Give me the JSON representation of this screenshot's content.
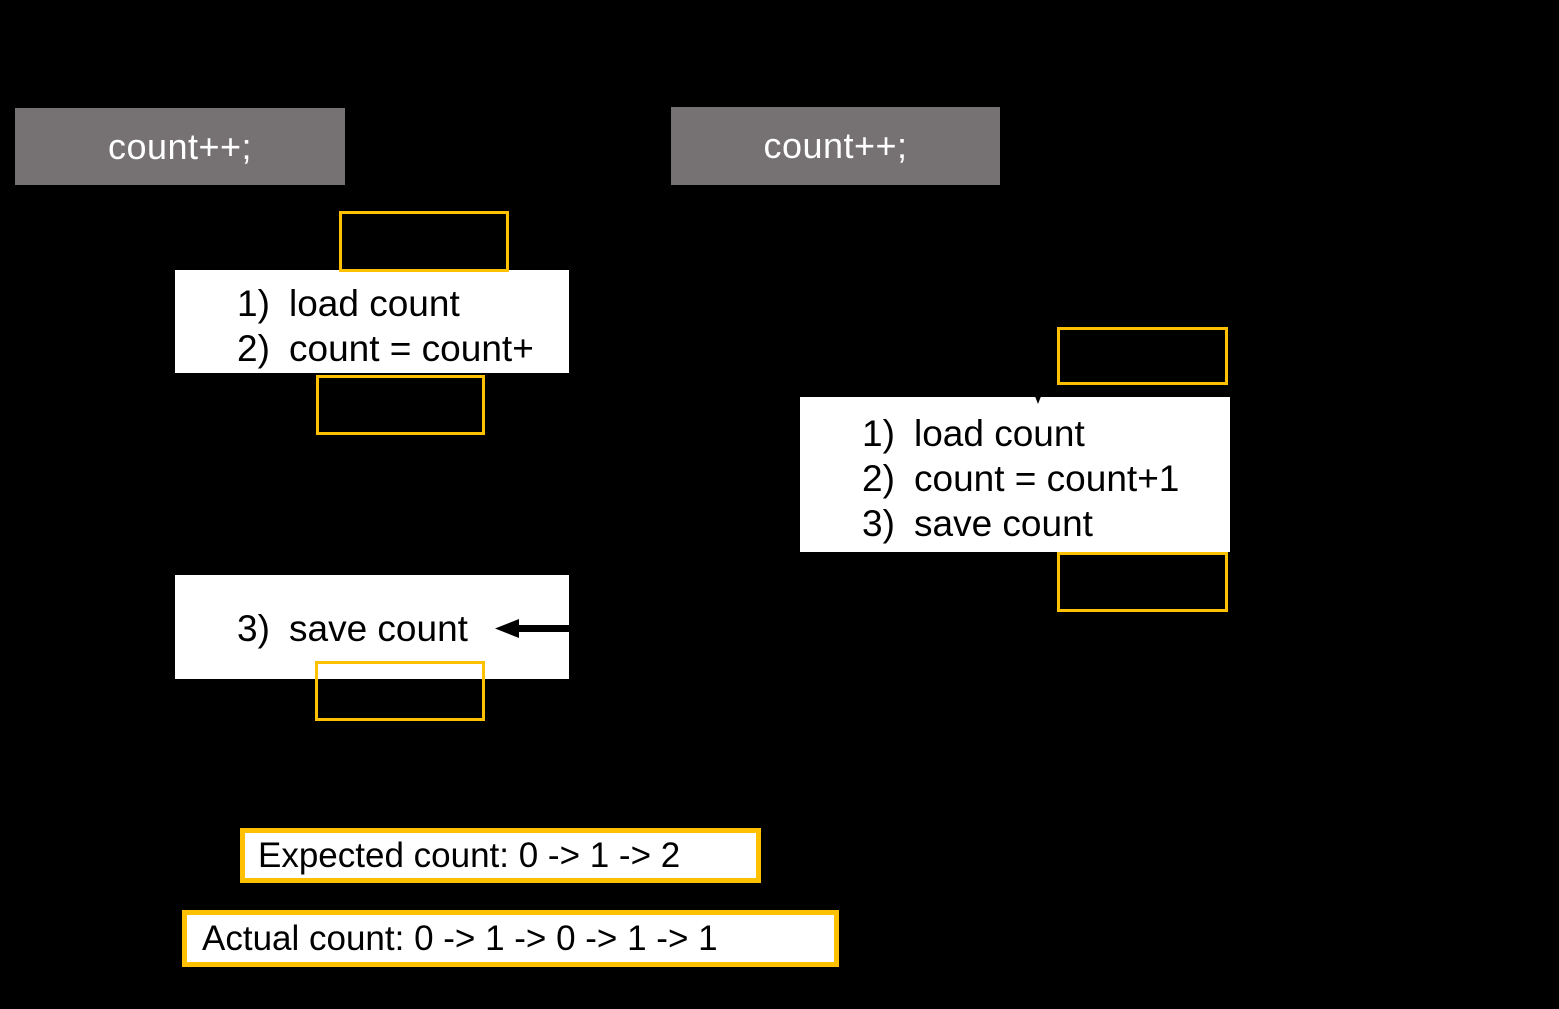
{
  "slide": {
    "background_color": "#000000",
    "accent_color": "#FFC000",
    "thread_box_color": "#767273",
    "panel_color": "#FFFFFF"
  },
  "threads": {
    "left": {
      "header_label": "count++;",
      "steps": [
        {
          "num": "1)",
          "text": "load count"
        },
        {
          "num": "2)",
          "text": "count = count+"
        }
      ],
      "save_step": {
        "num": "3)",
        "text": "save count"
      }
    },
    "right": {
      "header_label": "count++;",
      "steps": [
        {
          "num": "1)",
          "text": "load count"
        },
        {
          "num": "2)",
          "text": "count = count+1"
        },
        {
          "num": "3)",
          "text": "save count"
        }
      ]
    }
  },
  "slots": {
    "left_1_label": "",
    "left_2_label": "",
    "left_3_label": "",
    "right_1_label": "",
    "right_2_label": ""
  },
  "results": {
    "expected": "Expected count: 0 -> 1 -> 2",
    "actual": "Actual count: 0 -> 1 -> 0 -> 1 -> 1"
  }
}
